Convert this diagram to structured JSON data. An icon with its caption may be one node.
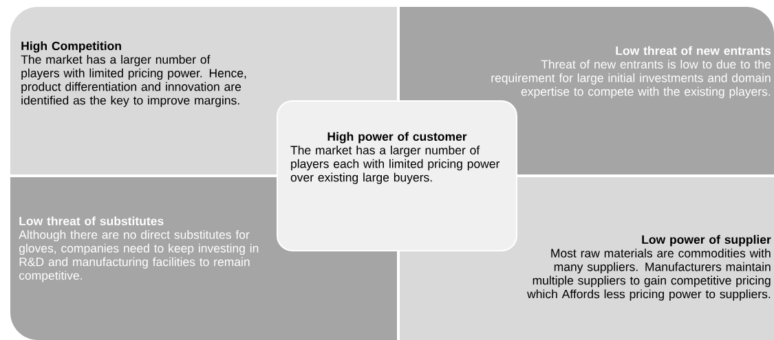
{
  "diagram": {
    "nodes": [
      {
        "text": [
          "High Competition",
          "The market has a larger number of players with limited pricing power. Hence, product differentiation and innovation are identified as the key to improve margins."
        ]
      },
      {
        "text": [
          "Low threat of new entrants",
          "Threat of new entrants is low to due to the requirement for large initial investments and domain expertise to compete with the existing players."
        ]
      },
      {
        "text": [
          "High power of customer",
          "The market has a larger number of players each with limited pricing power over existing large buyers."
        ]
      },
      {
        "text": [
          "Low threat of substitutes",
          "Although there are no direct substitutes for gloves, companies need to keep investing in R&D and manufacturing facilities to remain competitive."
        ]
      },
      {
        "text": [
          "Low power of supplier",
          "Most raw materials are commodities with many suppliers. Manufacturers maintain multiple suppliers to gain competitive pricing which Affords less pricing power to suppliers."
        ]
      }
    ]
  }
}
